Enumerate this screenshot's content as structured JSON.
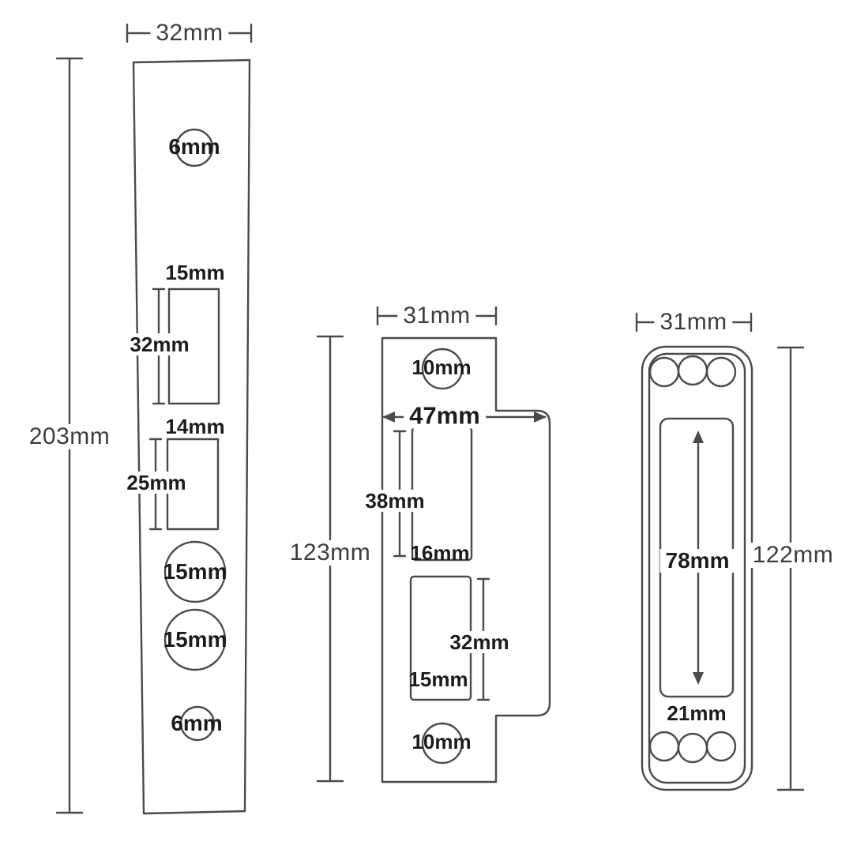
{
  "colors": {
    "background": "#ffffff",
    "line": "#4a4a4a",
    "dimension_text": "#3d3d3d",
    "bold_text": "#1c1c1c"
  },
  "left_plate": {
    "width": "32mm",
    "height": "203mm",
    "top_hole": "6mm",
    "slot1_width": "15mm",
    "slot1_height": "32mm",
    "slot2_width": "14mm",
    "slot2_height": "25mm",
    "big_hole1": "15mm",
    "big_hole2": "15mm",
    "bottom_hole": "6mm"
  },
  "middle_plate": {
    "width": "31mm",
    "height": "123mm",
    "top_hole": "10mm",
    "overall_width": "47mm",
    "slot1_height": "38mm",
    "slot1_width": "16mm",
    "slot2_height": "32mm",
    "slot2_width": "15mm",
    "bottom_hole": "10mm"
  },
  "right_plate": {
    "width": "31mm",
    "height": "122mm",
    "slot_height": "78mm",
    "slot_width": "21mm"
  }
}
